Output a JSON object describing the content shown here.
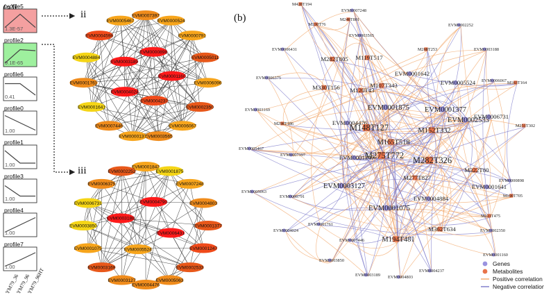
{
  "panel_a": {
    "label": "(a)i",
    "sub_ii": "ii",
    "sub_iii": "iii",
    "profiles": [
      {
        "name": "profile5",
        "pval": "1.3E-57",
        "fill": "#f4a0a0",
        "shape": "up-down"
      },
      {
        "name": "profile2",
        "pval": "9.1E-65",
        "fill": "#9ef09e",
        "shape": "up-flat"
      },
      {
        "name": "profile6",
        "pval": "0.41",
        "fill": "#ffffff",
        "shape": "flat-down"
      },
      {
        "name": "profile0",
        "pval": "1.00",
        "fill": "#ffffff",
        "shape": "down-down"
      },
      {
        "name": "profile1",
        "pval": "1.00",
        "fill": "#ffffff",
        "shape": "down-flat"
      },
      {
        "name": "profile3",
        "pval": "1.00",
        "fill": "#ffffff",
        "shape": "flat-up"
      },
      {
        "name": "profile4",
        "pval": "1.00",
        "fill": "#ffffff",
        "shape": "up-up"
      },
      {
        "name": "profile7",
        "pval": "1.00",
        "fill": "#ffffff",
        "shape": "up-up2"
      }
    ],
    "x_labels": [
      "YM79_36",
      "YM79_96",
      "YM79_96HT"
    ]
  },
  "network_ii": [
    {
      "label": "EVM0007397",
      "c": "#f08c1c"
    },
    {
      "label": "EVM0000524",
      "c": "#f7a51c"
    },
    {
      "label": "EVM0000791",
      "c": "#f7a51c"
    },
    {
      "label": "EVM0005011",
      "c": "#e8581a"
    },
    {
      "label": "EVM0000898",
      "c": "#ff1a1a"
    },
    {
      "label": "EVM0006096",
      "c": "#f7a51c"
    },
    {
      "label": "EVM0002350",
      "c": "#e8581a"
    },
    {
      "label": "EVM0001160",
      "c": "#ff1a1a"
    },
    {
      "label": "EVM0006067",
      "c": "#f7a51c"
    },
    {
      "label": "EVM0003565",
      "c": "#f08c1c"
    },
    {
      "label": "EVM0004237",
      "c": "#f04a1a"
    },
    {
      "label": "EVM0000137",
      "c": "#f7a51c"
    },
    {
      "label": "EVM0007446",
      "c": "#f08c1c"
    },
    {
      "label": "EVM0004024",
      "c": "#ff1a1a"
    },
    {
      "label": "EVM0001641",
      "c": "#f5d516"
    },
    {
      "label": "EVM0003189",
      "c": "#ff1a1a"
    },
    {
      "label": "EVM0001761",
      "c": "#f08c1c"
    },
    {
      "label": "EVM0004884",
      "c": "#f5d516"
    },
    {
      "label": "EVM0004598",
      "c": "#f04a1a"
    },
    {
      "label": "EVM0005467",
      "c": "#f7a51c"
    }
  ],
  "network_iii": [
    {
      "label": "EVM0001842",
      "c": "#f7a51c"
    },
    {
      "label": "EVM0001875",
      "c": "#f5d516"
    },
    {
      "label": "EVM0007248",
      "c": "#f7a51c"
    },
    {
      "label": "EVM0004803",
      "c": "#f08c1c"
    },
    {
      "label": "EVM0001377",
      "c": "#e8581a"
    },
    {
      "label": "EVM0004790",
      "c": "#ff1a1a"
    },
    {
      "label": "EVM0001247",
      "c": "#f04a1a"
    },
    {
      "label": "EVM0002533",
      "c": "#e8581a"
    },
    {
      "label": "EVM0006431",
      "c": "#ff1a1a"
    },
    {
      "label": "EVM0005524",
      "c": "#f7a51c"
    },
    {
      "label": "EVM0005063",
      "c": "#f08c1c"
    },
    {
      "label": "EVM0004476",
      "c": "#f08c1c"
    },
    {
      "label": "EVM0003127",
      "c": "#f08c1c"
    },
    {
      "label": "EVM0003188",
      "c": "#ff1a1a"
    },
    {
      "label": "EVM0003169",
      "c": "#e8581a"
    },
    {
      "label": "EVM0001075",
      "c": "#f7a51c"
    },
    {
      "label": "EVM0003850",
      "c": "#f5d516"
    },
    {
      "label": "EVM0006731",
      "c": "#f5d516"
    },
    {
      "label": "EVM0006375",
      "c": "#f08c1c"
    },
    {
      "label": "EVM0002252",
      "c": "#e8581a"
    }
  ],
  "panel_b": {
    "label": "(b)",
    "colors": {
      "gene": "#9a93e0",
      "metab": "#e8734a",
      "pos": "#f2a76a",
      "neg": "#7b78c9"
    },
    "legend": [
      {
        "kind": "gene",
        "text": "Genes"
      },
      {
        "kind": "metab",
        "text": "Metabolites"
      },
      {
        "kind": "pos",
        "text": "Positive correlation"
      },
      {
        "kind": "neg",
        "text": "Negative correlation"
      }
    ],
    "nodes": [
      {
        "id": "M428T194",
        "t": "m",
        "s": 1
      },
      {
        "id": "EVM0007248",
        "t": "g",
        "s": 1
      },
      {
        "id": "M330T76",
        "t": "m",
        "s": 1
      },
      {
        "id": "M248T801",
        "t": "m",
        "s": 1
      },
      {
        "id": "EVM0002252",
        "t": "g",
        "s": 1
      },
      {
        "id": "EVM0003565",
        "t": "g",
        "s": 1
      },
      {
        "id": "M268T253",
        "t": "m",
        "s": 1
      },
      {
        "id": "EVM0003188",
        "t": "g",
        "s": 1
      },
      {
        "id": "EVM0006431",
        "t": "g",
        "s": 1
      },
      {
        "id": "M282T805",
        "t": "m",
        "s": 2
      },
      {
        "id": "M119T517",
        "t": "m",
        "s": 2
      },
      {
        "id": "EVM0001642",
        "t": "g",
        "s": 2
      },
      {
        "id": "EVM0005524",
        "t": "g",
        "s": 2
      },
      {
        "id": "EVM0006375",
        "t": "g",
        "s": 1
      },
      {
        "id": "M107T343",
        "t": "m",
        "s": 2
      },
      {
        "id": "EVM0006067",
        "t": "g",
        "s": 1
      },
      {
        "id": "M163T164",
        "t": "m",
        "s": 1
      },
      {
        "id": "M330T156",
        "t": "m",
        "s": 2
      },
      {
        "id": "M120T43",
        "t": "m",
        "s": 2
      },
      {
        "id": "EVM0003169",
        "t": "g",
        "s": 1
      },
      {
        "id": "EVM0001875",
        "t": "g",
        "s": 3
      },
      {
        "id": "EVM0001377",
        "t": "g",
        "s": 3
      },
      {
        "id": "EVM0002533",
        "t": "g",
        "s": 3
      },
      {
        "id": "EVM0006731",
        "t": "g",
        "s": 2
      },
      {
        "id": "M298T186",
        "t": "m",
        "s": 1
      },
      {
        "id": "EVM0004476",
        "t": "g",
        "s": 2
      },
      {
        "id": "M148T127",
        "t": "m",
        "s": 4
      },
      {
        "id": "M152T332",
        "t": "m",
        "s": 3
      },
      {
        "id": "M251T302",
        "t": "m",
        "s": 1
      },
      {
        "id": "EVM0005467",
        "t": "g",
        "s": 1
      },
      {
        "id": "M165T518",
        "t": "m",
        "s": 3
      },
      {
        "id": "EVM0007397",
        "t": "g",
        "s": 1
      },
      {
        "id": "EVM0001247",
        "t": "g",
        "s": 2
      },
      {
        "id": "M275T772",
        "t": "m",
        "s": 4
      },
      {
        "id": "M282T326",
        "t": "m",
        "s": 4
      },
      {
        "id": "M322T80",
        "t": "m",
        "s": 2
      },
      {
        "id": "EVM0000898",
        "t": "g",
        "s": 1
      },
      {
        "id": "M277T827",
        "t": "m",
        "s": 2
      },
      {
        "id": "EVM0005063",
        "t": "g",
        "s": 1
      },
      {
        "id": "EVM0003127",
        "t": "g",
        "s": 3
      },
      {
        "id": "EVM0001641",
        "t": "g",
        "s": 2
      },
      {
        "id": "EVM0000791",
        "t": "g",
        "s": 1
      },
      {
        "id": "EVM0004884",
        "t": "g",
        "s": 2
      },
      {
        "id": "M190T705",
        "t": "m",
        "s": 1
      },
      {
        "id": "EVM0001075",
        "t": "g",
        "s": 3
      },
      {
        "id": "M211T475",
        "t": "m",
        "s": 1
      },
      {
        "id": "EVM0004024",
        "t": "g",
        "s": 1
      },
      {
        "id": "M362T634",
        "t": "m",
        "s": 2
      },
      {
        "id": "EVM0002350",
        "t": "g",
        "s": 1
      },
      {
        "id": "EVM0001761",
        "t": "g",
        "s": 1
      },
      {
        "id": "EVM0007446",
        "t": "g",
        "s": 1
      },
      {
        "id": "M194T481",
        "t": "m",
        "s": 3
      },
      {
        "id": "EVM0001160",
        "t": "g",
        "s": 1
      },
      {
        "id": "EVM0003850",
        "t": "g",
        "s": 1
      },
      {
        "id": "EVM0003189",
        "t": "g",
        "s": 1
      },
      {
        "id": "EVM0004803",
        "t": "g",
        "s": 1
      },
      {
        "id": "EVM0004237",
        "t": "g",
        "s": 1
      }
    ]
  }
}
